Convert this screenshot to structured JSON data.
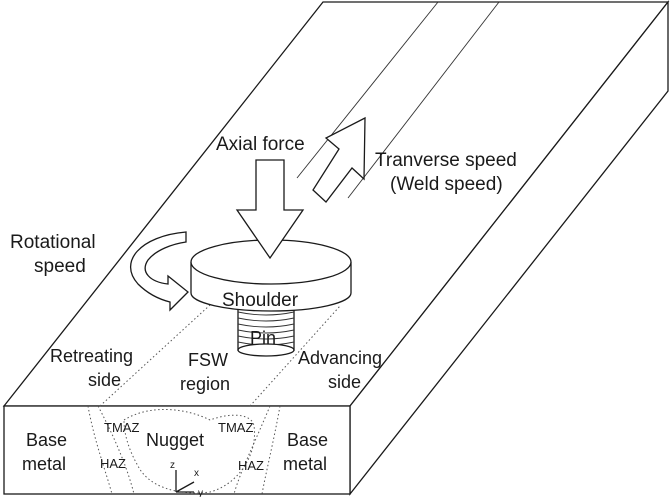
{
  "labels": {
    "axial_force": "Axial force",
    "transverse_speed_line1": "Tranverse speed",
    "transverse_speed_line2": "(Weld speed)",
    "rotational_line1": "Rotational",
    "rotational_line2": "speed",
    "shoulder": "Shoulder",
    "pin": "Pin",
    "retreating_line1": "Retreating",
    "retreating_line2": "side",
    "fsw_line1": "FSW",
    "fsw_line2": "region",
    "advancing_line1": "Advancing",
    "advancing_line2": "side",
    "base_metal_left_line1": "Base",
    "base_metal_left_line2": "metal",
    "base_metal_right_line1": "Base",
    "base_metal_right_line2": "metal",
    "tmaz_left": "TMAZ",
    "tmaz_right": "TMAZ",
    "haz_left": "HAZ",
    "haz_right": "HAZ",
    "nugget": "Nugget",
    "axis_z": "z",
    "axis_x": "x",
    "axis_y": "y"
  }
}
